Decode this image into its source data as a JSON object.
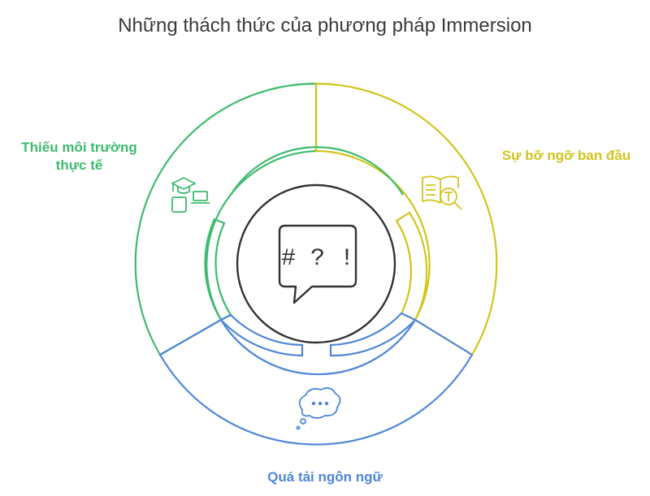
{
  "title": "Những thách thức của phương pháp Immersion",
  "center": {
    "symbol": "# ? !",
    "icon": "speech-bubble-icon"
  },
  "segments": [
    {
      "label": "Thiếu môi trường thực tế",
      "color": "#3dbb6e",
      "icon": "education-devices-icon"
    },
    {
      "label": "Sự bỡ ngỡ ban đầu",
      "color": "#d2c41c",
      "icon": "book-search-icon"
    },
    {
      "label": "Quá tải ngôn ngữ",
      "color": "#4f86d8",
      "icon": "thought-bubble-icon"
    }
  ]
}
